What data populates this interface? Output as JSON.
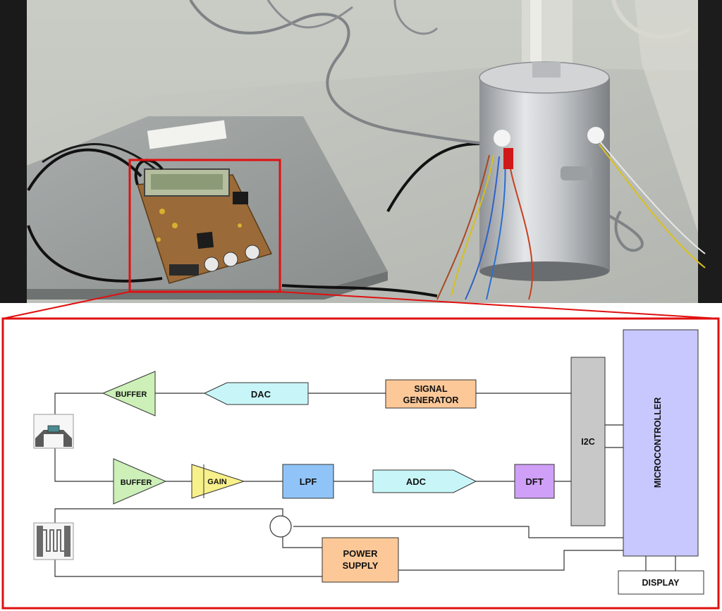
{
  "diagram": {
    "blocks": {
      "buffer_top": "BUFFER",
      "dac": "DAC",
      "signal_generator_line1": "SIGNAL",
      "signal_generator_line2": "GENERATOR",
      "i2c": "I2C",
      "microcontroller": "MICROCONTROLLER",
      "buffer_bottom": "BUFFER",
      "gain": "GAIN",
      "lpf": "LPF",
      "adc": "ADC",
      "dft": "DFT",
      "power_supply_line1": "POWER",
      "power_supply_line2": "SUPPLY",
      "display": "DISPLAY"
    },
    "colors": {
      "frame": "#e01010",
      "buffer": "#ccf0b8",
      "dac_adc": "#c8f6f8",
      "orange": "#fcc898",
      "i2c": "#c8c8c8",
      "microcontroller": "#c8c8ff",
      "gain": "#f8f08a",
      "lpf": "#90c4f8",
      "dft": "#d0a0f8"
    }
  }
}
